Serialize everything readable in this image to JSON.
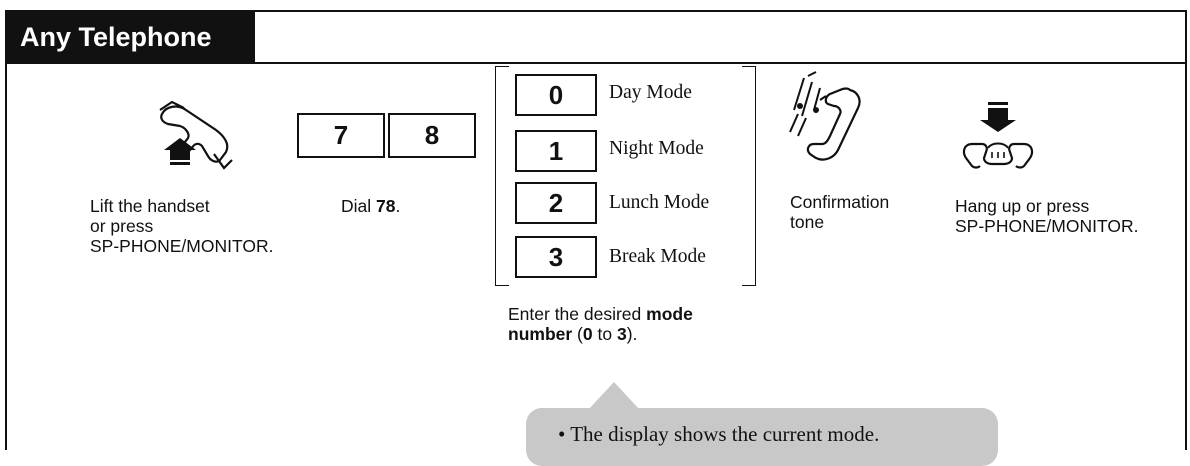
{
  "title": "Any Telephone",
  "steps": {
    "lift": {
      "icon": "lift-handset-icon",
      "line1": "Lift the handset",
      "line2": "or press",
      "line3": "SP-PHONE/MONITOR."
    },
    "dial": {
      "keys": [
        "7",
        "8"
      ],
      "prefix": "Dial ",
      "number": "78",
      "suffix": "."
    },
    "modes": {
      "items": [
        {
          "key": "0",
          "label": "Day Mode"
        },
        {
          "key": "1",
          "label": "Night Mode"
        },
        {
          "key": "2",
          "label": "Lunch Mode"
        },
        {
          "key": "3",
          "label": "Break Mode"
        }
      ],
      "caption": {
        "t1": "Enter the desired ",
        "b1": "mode",
        "b2": "number",
        "t2": " (",
        "b3": "0",
        "t3": " to ",
        "b4": "3",
        "t4": ")."
      }
    },
    "confirm": {
      "icon": "confirmation-tone-icon",
      "line1": "Confirmation",
      "line2": "tone"
    },
    "hangup": {
      "icon": "hang-up-icon",
      "line1": "Hang up or press",
      "line2": "SP-PHONE/MONITOR."
    }
  },
  "note": "The display shows the current mode.",
  "note_bullet": "•"
}
